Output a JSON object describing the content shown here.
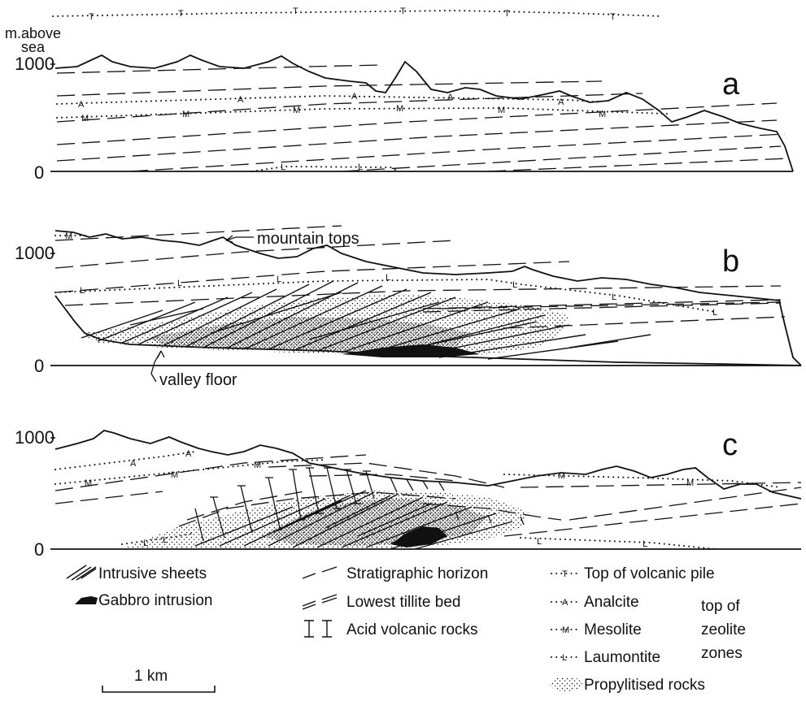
{
  "figure": {
    "y_axis_label_line1": "m.above",
    "y_axis_label_line2": "sea",
    "panels": [
      {
        "letter": "a",
        "ticks": [
          "1000",
          "0"
        ]
      },
      {
        "letter": "b",
        "ticks": [
          "1000",
          "0"
        ]
      },
      {
        "letter": "c",
        "ticks": [
          "1000",
          "0"
        ]
      }
    ],
    "annotations": {
      "mountain_tops": "mountain tops",
      "valley_floor": "valley floor"
    },
    "zone_marks": {
      "top": "T",
      "analcite": "A",
      "mesolite": "M",
      "laumontite": "L"
    },
    "legend": {
      "intrusive_sheets": "Intrusive sheets",
      "gabbro_intrusion": "Gabbro intrusion",
      "stratigraphic_horizon": "Stratigraphic horizon",
      "lowest_tillite_bed": "Lowest tillite bed",
      "acid_volcanic_rocks": "Acid volcanic rocks",
      "top_of_volcanic_pile": "Top of volcanic pile",
      "analcite": "Analcite",
      "mesolite": "Mesolite",
      "laumontite": "Laumontite",
      "zeolite_bracket_line1": "top of",
      "zeolite_bracket_line2": "zeolite",
      "zeolite_bracket_line3": "zones",
      "propylitised_rocks": "Propylitised rocks"
    },
    "scale_bar": {
      "label": "1 km"
    },
    "colors": {
      "ink": "#111111",
      "background": "#ffffff"
    }
  }
}
